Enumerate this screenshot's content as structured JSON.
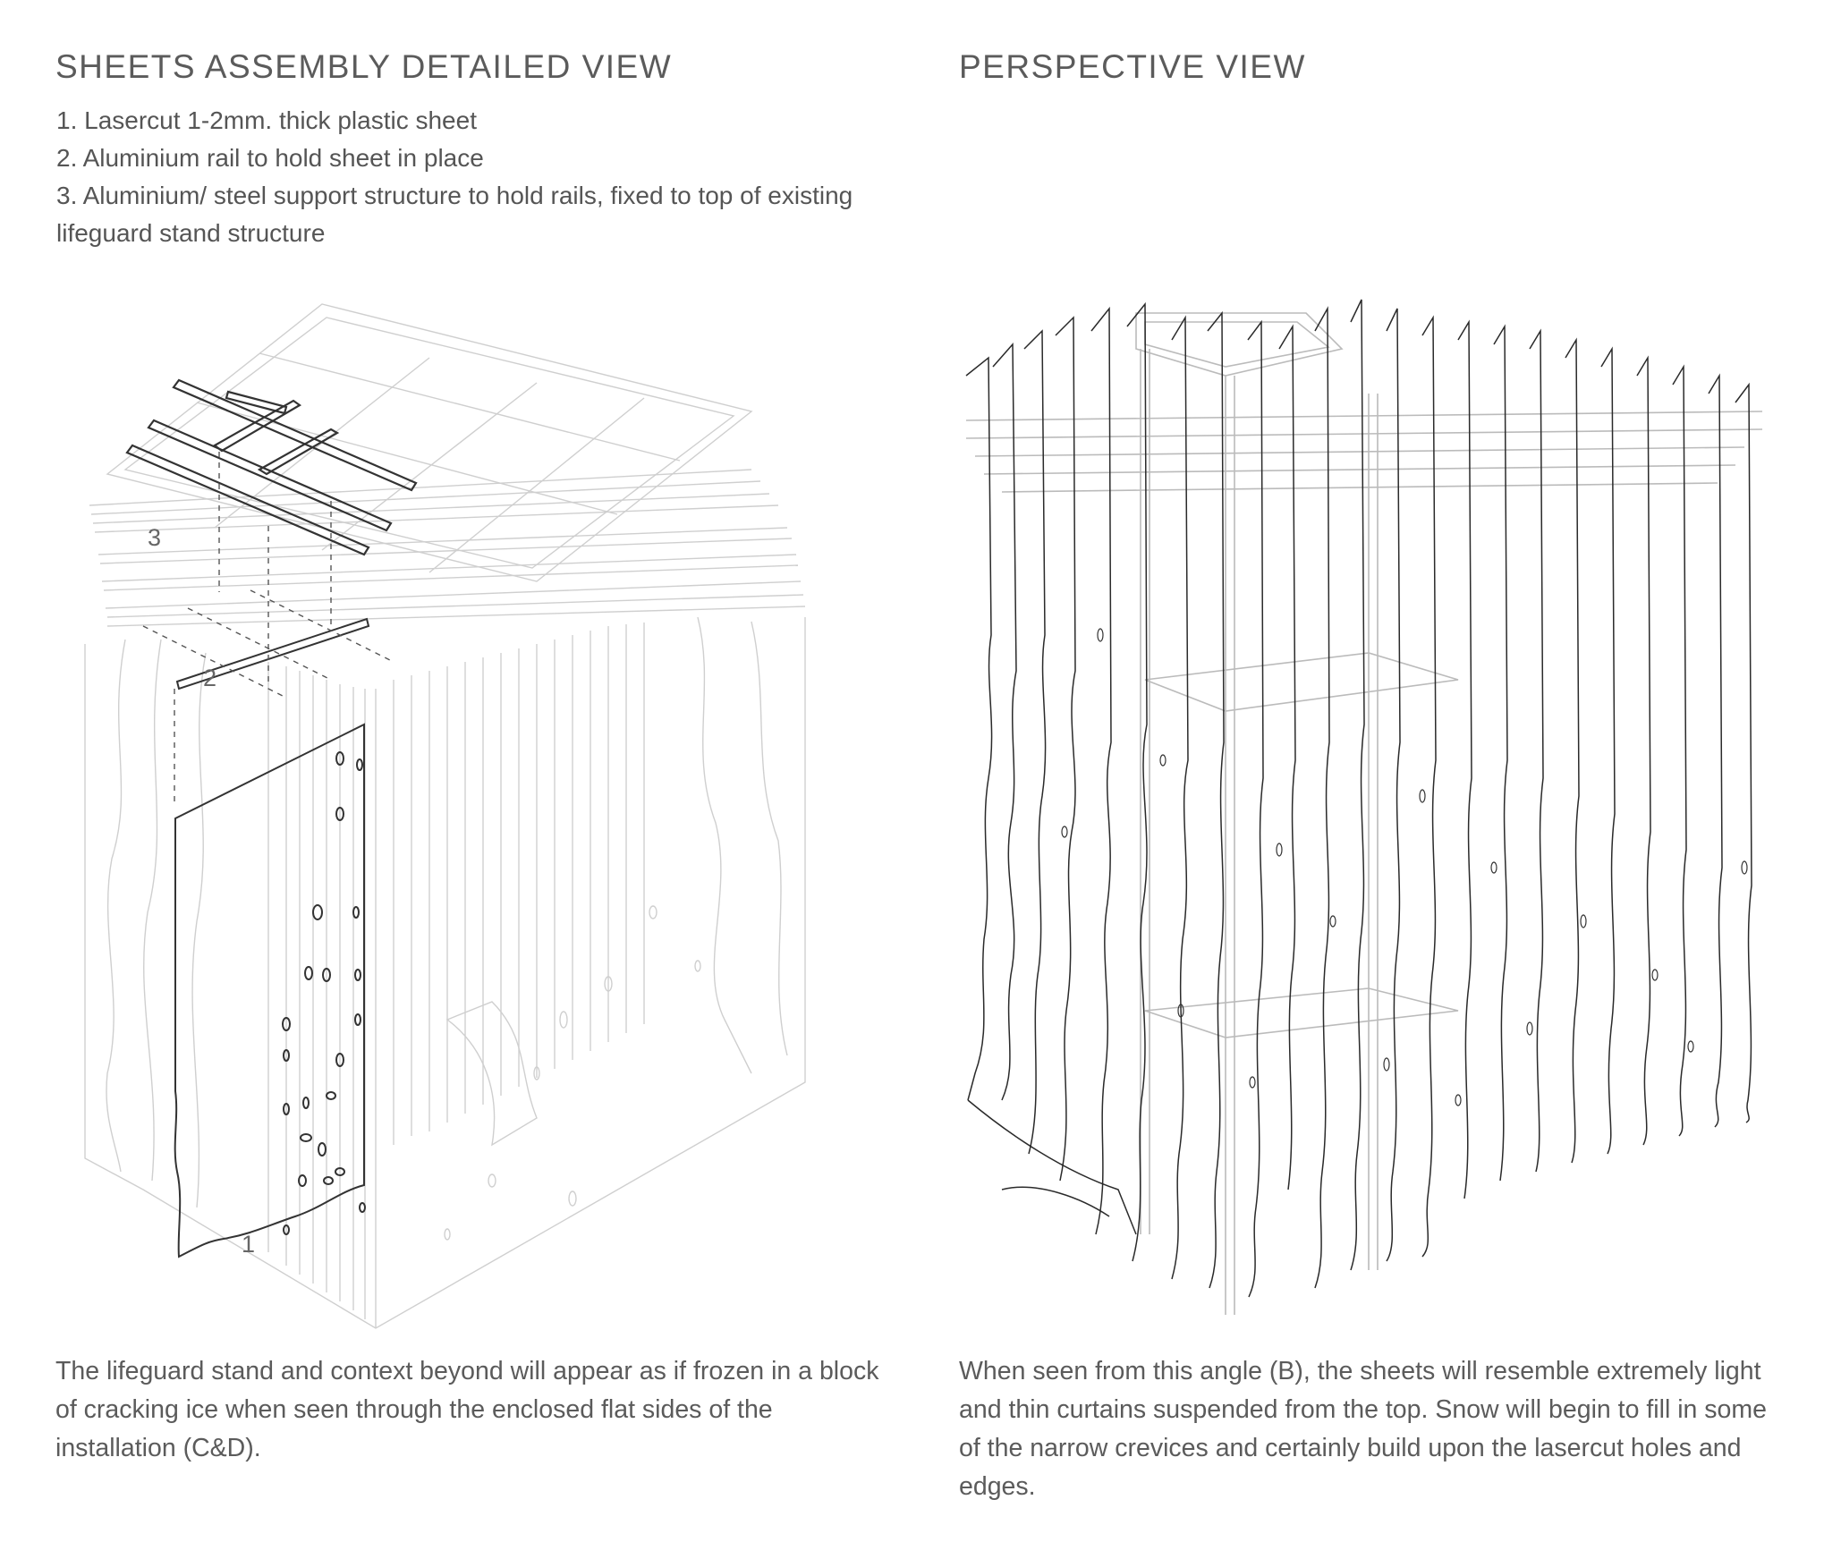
{
  "left_panel": {
    "title": "SHEETS ASSEMBLY DETAILED VIEW",
    "notes": [
      "1. Lasercut 1-2mm. thick plastic sheet",
      "2. Aluminium rail to hold sheet in place",
      "3. Aluminium/ steel support structure to hold rails, fixed to top of existing lifeguard stand structure"
    ],
    "callouts": [
      "1",
      "2",
      "3"
    ],
    "caption": "The lifeguard stand and context beyond will appear as if frozen in a block of cracking ice when seen through the enclosed flat sides of the installation (C&D)."
  },
  "right_panel": {
    "title": "PERSPECTIVE VIEW",
    "caption": "When seen from this angle (B), the sheets will resemble extremely light and thin curtains suspended from the top. Snow will begin to fill in some of the narrow crevices and certainly build upon the lasercut holes and edges."
  }
}
